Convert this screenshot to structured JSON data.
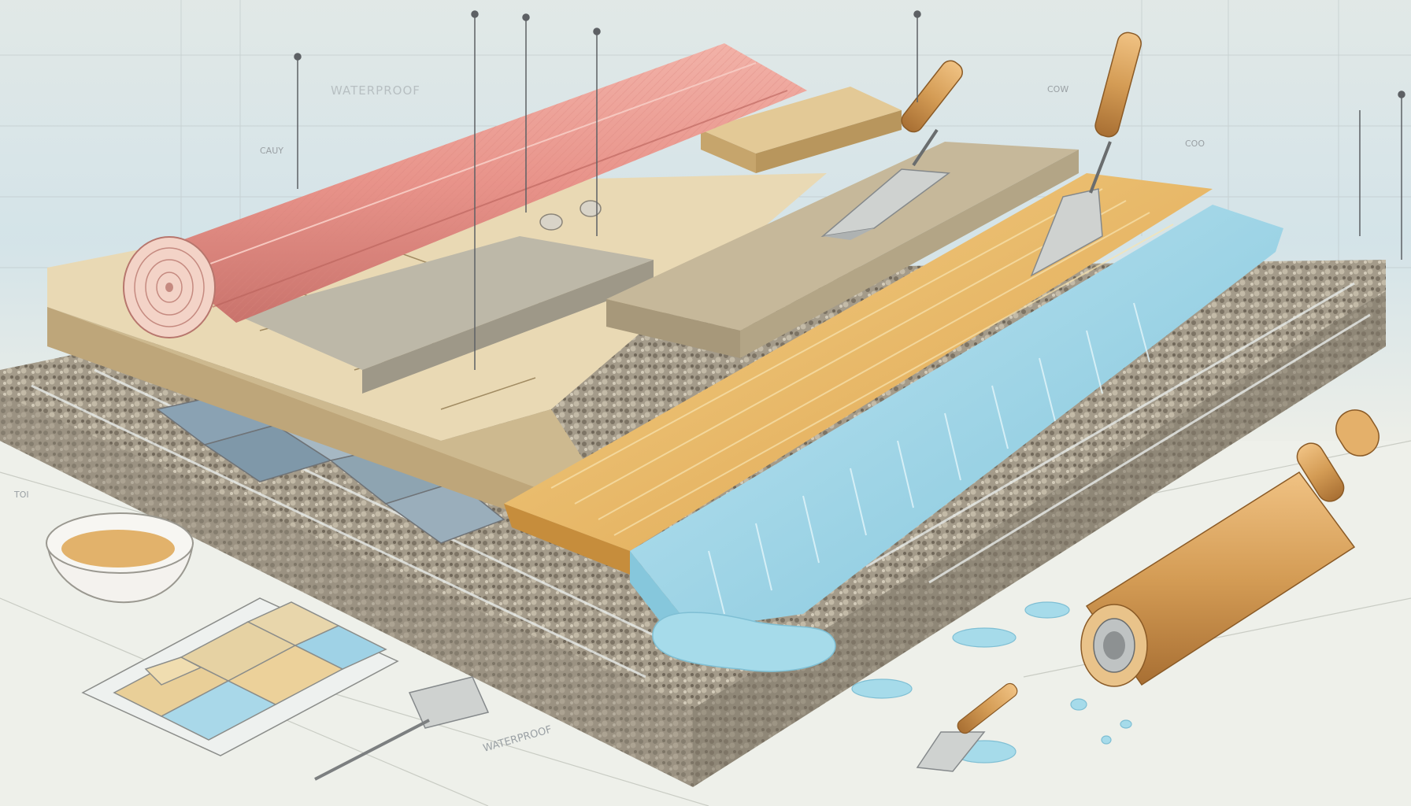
{
  "labels": {
    "top_left_header": "WATERPROOF",
    "tag_left": "CAUY",
    "tag_mid": "COW",
    "tag_right": "COO",
    "tag_margin": "TOI",
    "bottom_label": "WATERPROOF"
  },
  "colors": {
    "paper": "#eef0ea",
    "sky_wash": "#c9dde6",
    "gravel": "#8f8778",
    "slab_top": "#e9d9b4",
    "slab_side": "#cdb98f",
    "stone_grey": "#bdb8a8",
    "sand_board": "#c6b89a",
    "amber_layer": "#e6b65f",
    "water_blue": "#9fd4e6",
    "pink_roll": "#e79a92",
    "wood": "#d49c55",
    "steel": "#c8c8c4"
  },
  "icons": [
    "insulation-roll-icon",
    "trowel-icon",
    "margin-trowel-icon",
    "rolling-pin-icon",
    "mixing-bowl-icon",
    "tile-sample-icon",
    "scraper-icon",
    "putty-knife-icon"
  ]
}
